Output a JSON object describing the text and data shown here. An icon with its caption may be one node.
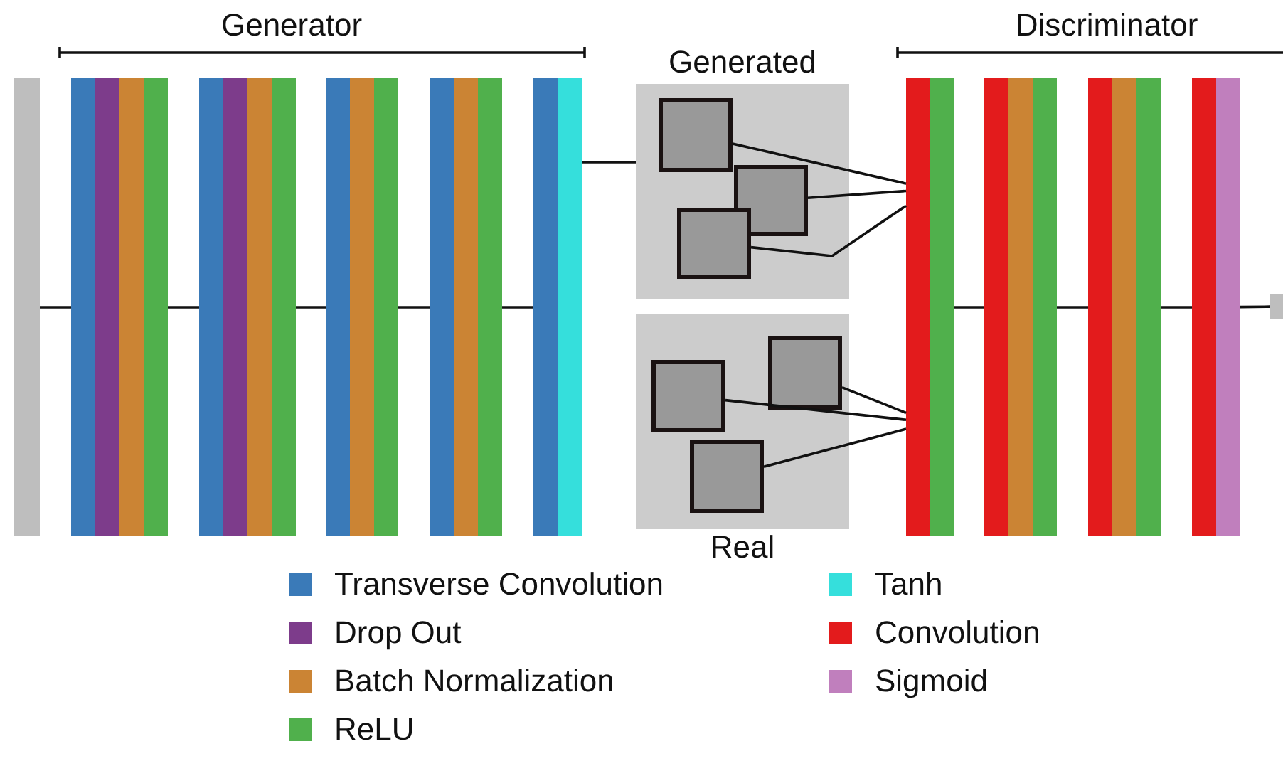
{
  "diagram": {
    "nodes": [
      {
        "text": [],
        "shape": "bar"
      },
      {
        "text": [],
        "shape": "bar"
      },
      {
        "text": [],
        "shape": "bar"
      },
      {
        "text": [],
        "shape": "bar"
      },
      {
        "text": [],
        "shape": "bar"
      },
      {
        "text": [],
        "shape": "bar"
      },
      {
        "text": [
          "Generated"
        ]
      },
      {
        "text": [],
        "shape": "box",
        "in": 6
      },
      {
        "text": [],
        "shape": "box",
        "in": 6
      },
      {
        "text": [],
        "shape": "box",
        "in": 6
      },
      {
        "text": [
          "Real"
        ]
      },
      {
        "text": [],
        "shape": "box",
        "in": 10
      },
      {
        "text": [],
        "shape": "box",
        "in": 10
      },
      {
        "text": [],
        "shape": "box",
        "in": 10
      },
      {
        "text": [],
        "shape": "bar"
      },
      {
        "text": [],
        "shape": "bar"
      },
      {
        "text": [],
        "shape": "bar"
      },
      {
        "text": [],
        "shape": "bar"
      },
      {
        "text": [],
        "shape": "box"
      }
    ],
    "edges": [
      {
        "from": 0,
        "to": 1,
        "arrow": "none"
      },
      {
        "from": 1,
        "to": 2,
        "arrow": "none"
      },
      {
        "from": 2,
        "to": 3,
        "arrow": "none"
      },
      {
        "from": 3,
        "to": 4,
        "arrow": "none"
      },
      {
        "from": 4,
        "to": 5,
        "arrow": "none"
      },
      {
        "from": 5,
        "to": 6,
        "arrow": "none"
      },
      {
        "from": 7,
        "to": 14,
        "arrow": "none"
      },
      {
        "from": 8,
        "to": 14,
        "arrow": "none"
      },
      {
        "from": 9,
        "to": 14,
        "arrow": "none"
      },
      {
        "from": 11,
        "to": 14,
        "arrow": "none"
      },
      {
        "from": 12,
        "to": 14,
        "arrow": "none"
      },
      {
        "from": 13,
        "to": 14,
        "arrow": "none"
      },
      {
        "from": 14,
        "to": 15,
        "arrow": "none"
      },
      {
        "from": 15,
        "to": 16,
        "arrow": "none"
      },
      {
        "from": 16,
        "to": 17,
        "arrow": "none"
      },
      {
        "from": 17,
        "to": 18,
        "arrow": "none"
      }
    ],
    "labels": [
      "Generator",
      "Discriminator"
    ],
    "legend": [
      {
        "text": "Transverse Convolution",
        "color": "#3a7ab8"
      },
      {
        "text": "Drop Out",
        "color": "#7d3c8b"
      },
      {
        "text": "Batch Normalization",
        "color": "#cb8434"
      },
      {
        "text": "ReLU",
        "color": "#50b04c"
      },
      {
        "text": "Tanh",
        "color": "#35dfdc"
      },
      {
        "text": "Convolution",
        "color": "#e31b1c"
      },
      {
        "text": "Sigmoid",
        "color": "#c07fbd"
      }
    ]
  }
}
